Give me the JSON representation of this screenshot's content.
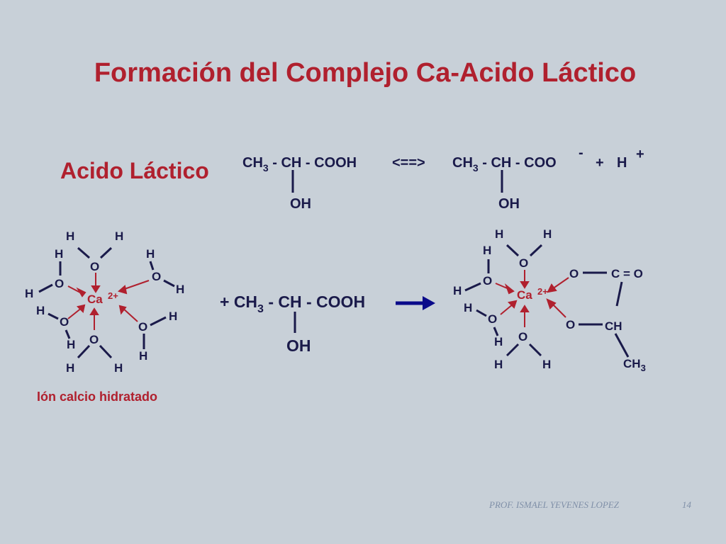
{
  "title": "Formación del Complejo Ca-Acido Láctico",
  "subtitle": "Acido Láctico",
  "colors": {
    "background": "#c8d0d8",
    "accent": "#b0202e",
    "text": "#1a1a4a",
    "arrow": "#0a0a8a"
  },
  "equilibrium": {
    "left_ch3": "CH",
    "left_sub": "3",
    "left_rest": " - CH - COOH",
    "arrow": "<==>",
    "right_ch3": "CH",
    "right_sub": "3",
    "right_rest": " - CH - COO",
    "charge_minus": "-",
    "plus": "+",
    "h": "H",
    "charge_plus": "+",
    "oh_left": "OH",
    "oh_right": "OH"
  },
  "hydrated_ion": {
    "label": "Ca",
    "charge": "2+",
    "caption": "Ión calcio hidratado",
    "o": "O",
    "h": "H"
  },
  "reaction": {
    "prefix": "+ CH",
    "sub": "3",
    "rest": " - CH - COOH",
    "oh": "OH"
  },
  "complex": {
    "label": "Ca",
    "charge": "2+",
    "o": "O",
    "h": "H",
    "c_eq_o": "C = O",
    "ch": "CH",
    "ch3": "CH",
    "ch3_sub": "3"
  },
  "footer": {
    "author": "PROF. ISMAEL YEVENES LOPEZ",
    "page": "14"
  }
}
